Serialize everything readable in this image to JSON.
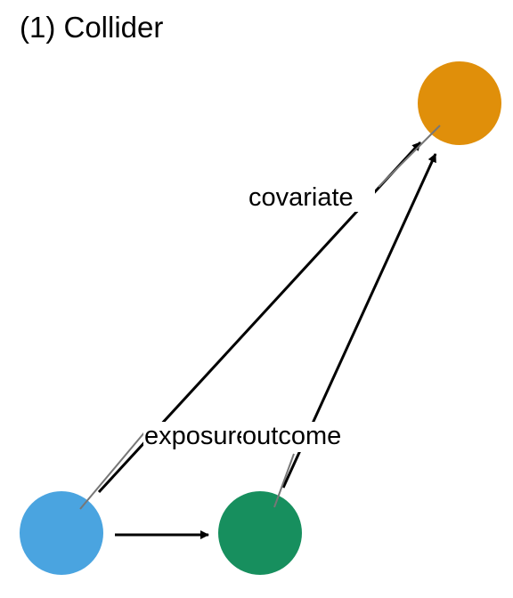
{
  "title": "(1) Collider",
  "nodes": [
    {
      "id": "exposure",
      "label": "exposure",
      "color": "#4aa4e0"
    },
    {
      "id": "outcome",
      "label": "outcome",
      "color": "#178f5e"
    },
    {
      "id": "covariate",
      "label": "covariate",
      "color": "#e08f0a"
    }
  ],
  "edges": [
    {
      "from": "exposure",
      "to": "outcome"
    },
    {
      "from": "exposure",
      "to": "covariate"
    },
    {
      "from": "outcome",
      "to": "covariate"
    }
  ]
}
